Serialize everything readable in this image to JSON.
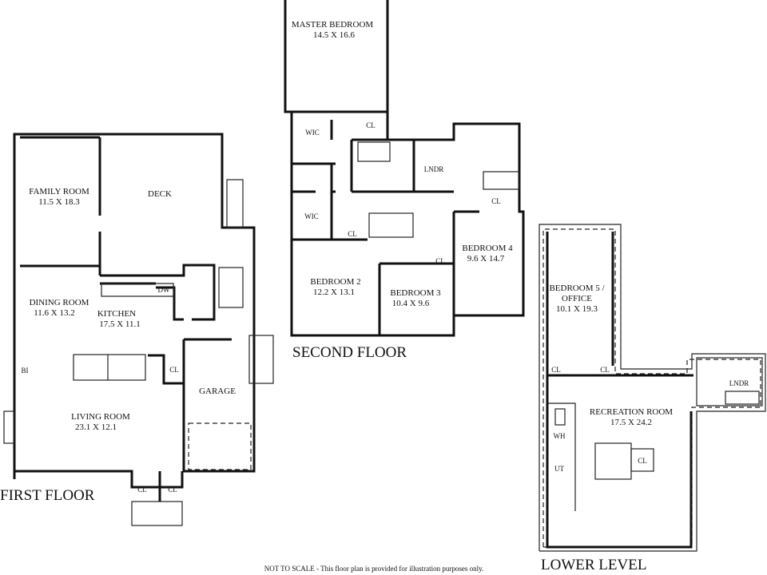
{
  "first_floor": {
    "title": "FIRST FLOOR",
    "rooms": [
      {
        "name": "FAMILY ROOM",
        "size": "11.5 X 18.3"
      },
      {
        "name": "DECK"
      },
      {
        "name": "DINING ROOM",
        "size": "11.6 X 13.2"
      },
      {
        "name": "KITCHEN",
        "size": "17.5 X 11.1"
      },
      {
        "name": "LIVING ROOM",
        "size": "23.1 X 12.1"
      },
      {
        "name": "GARAGE"
      }
    ],
    "labels": {
      "dw": "DW",
      "bi": "BI",
      "cl": "CL"
    }
  },
  "second_floor": {
    "title": "SECOND FLOOR",
    "rooms": [
      {
        "name": "MASTER BEDROOM",
        "size": "14.5 X 16.6"
      },
      {
        "name": "BEDROOM 2",
        "size": "12.2 X 13.1"
      },
      {
        "name": "BEDROOM 3",
        "size": "10.4 X 9.6"
      },
      {
        "name": "BEDROOM 4",
        "size": "9.6 X 14.7"
      }
    ],
    "labels": {
      "wic": "WIC",
      "cl": "CL",
      "lndr": "LNDR"
    }
  },
  "lower_level": {
    "title": "LOWER LEVEL",
    "rooms": [
      {
        "name": "BEDROOM 5 /",
        "name2": "OFFICE",
        "size": "10.1 X 19.3"
      },
      {
        "name": "RECREATION ROOM",
        "size": "17.5 X 24.2"
      }
    ],
    "labels": {
      "cl": "CL",
      "lndr": "LNDR",
      "wh": "WH",
      "ut": "UT"
    }
  },
  "disclaimer": "NOT TO SCALE - This floor plan is provided for illustration purposes only."
}
